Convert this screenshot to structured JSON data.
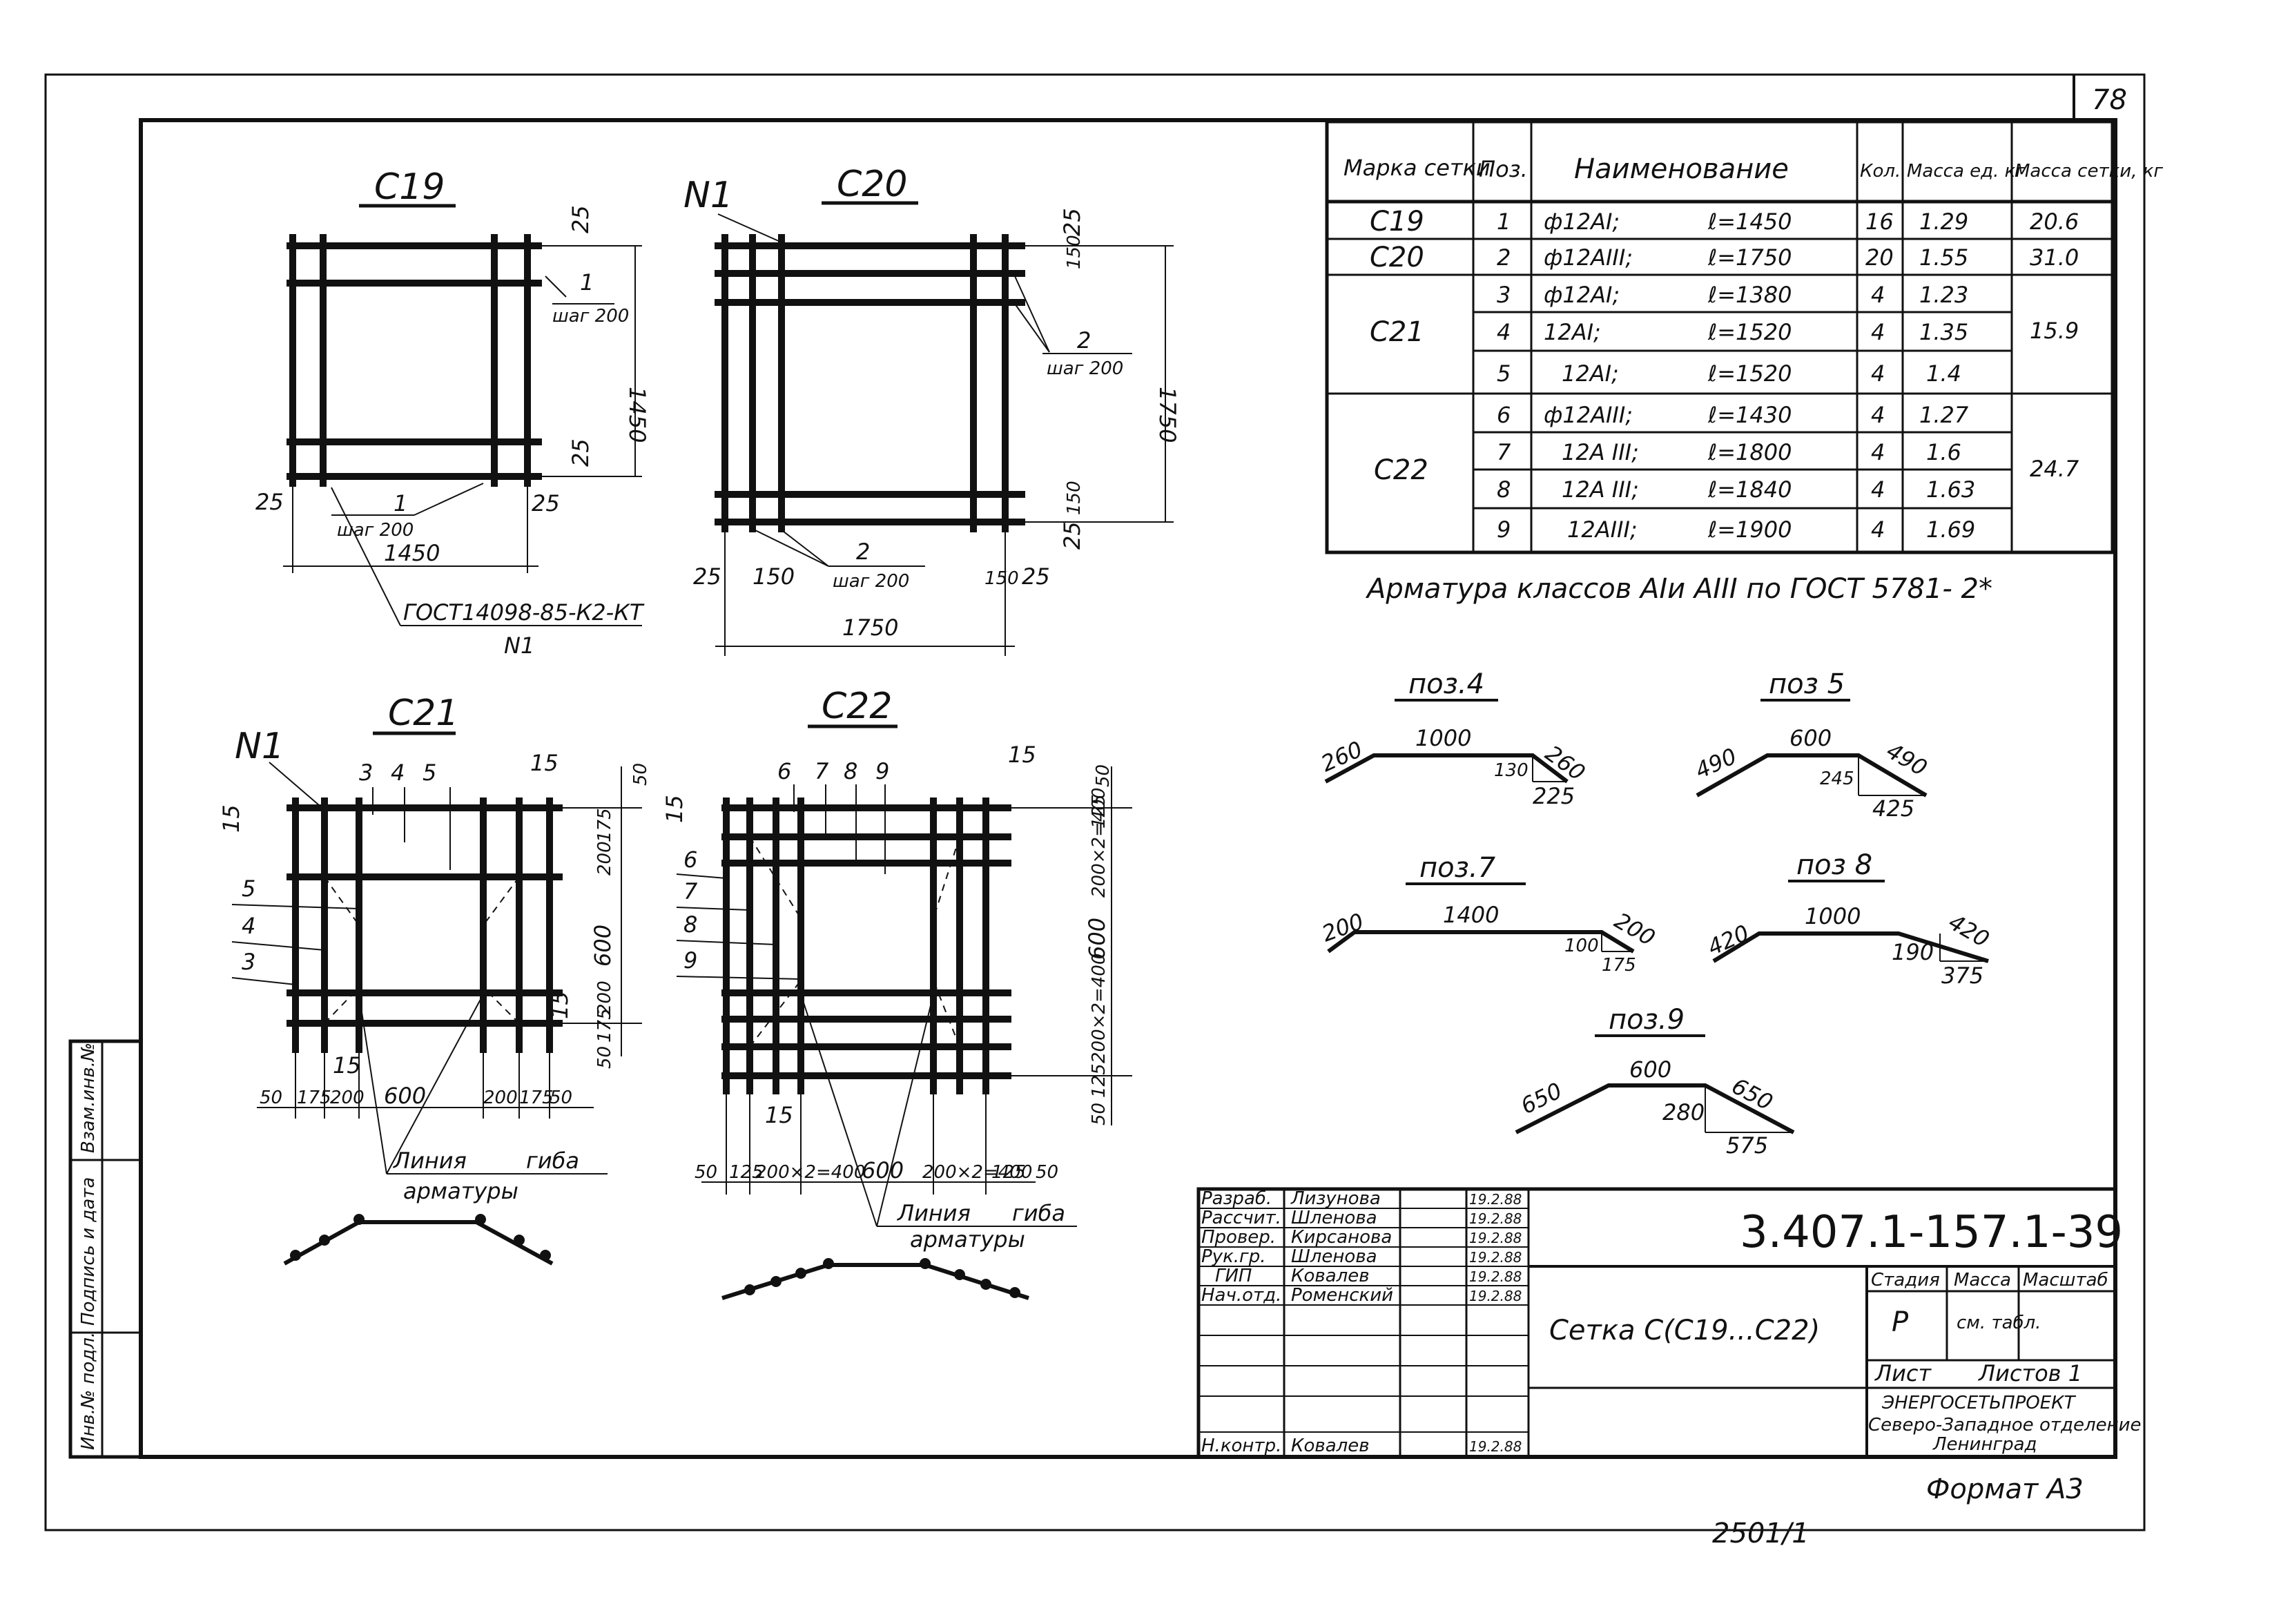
{
  "sheet": {
    "number": "78",
    "format": "Формат А3",
    "inventory": "2501/1",
    "side_stamp": [
      "Инв.№ подл.",
      "Подпись и дата",
      "Взам.инв.№"
    ]
  },
  "drawings": {
    "c19": {
      "title": "С19",
      "labels": [
        "25",
        "1",
        "шаг 200",
        "1450",
        "25",
        "25",
        "1",
        "шаг 200",
        "25",
        "1450"
      ],
      "leader": "ГОСТ14098-85-К2-КТ",
      "leader_sub": "N1"
    },
    "c20": {
      "title": "С20",
      "mark": "N1",
      "labels": [
        "25",
        "150",
        "2",
        "шаг 200",
        "1750",
        "150",
        "25",
        "25",
        "150",
        "2",
        "шаг 200",
        "150",
        "25",
        "1750"
      ]
    },
    "c21": {
      "title": "С21",
      "mark": "N1",
      "positions": [
        "3",
        "4",
        "5",
        "5",
        "4",
        "3"
      ],
      "labels": [
        "15",
        "15",
        "50",
        "175",
        "200",
        "600",
        "200",
        "175",
        "50",
        "15",
        "15",
        "50",
        "175",
        "200",
        "600",
        "200",
        "175",
        "50"
      ],
      "bend_line": [
        "Линия",
        "гиба",
        "арматуры"
      ]
    },
    "c22": {
      "title": "С22",
      "positions": [
        "6",
        "7",
        "8",
        "9",
        "6",
        "7",
        "8",
        "9"
      ],
      "labels": [
        "15",
        "15",
        "50",
        "125",
        "200×2=400",
        "600",
        "200×2=400",
        "125",
        "50",
        "15",
        "50",
        "125",
        "200×2=400",
        "600",
        "200×2=400",
        "125",
        "50"
      ],
      "bend_line": [
        "Линия",
        "гиба",
        "арматуры"
      ]
    },
    "bends": [
      {
        "title": "поз.4",
        "a": "260",
        "mid": "1000",
        "b": "260",
        "h": "130",
        "w": "225"
      },
      {
        "title": "поз 5",
        "a": "490",
        "mid": "600",
        "b": "490",
        "h": "245",
        "w": "425"
      },
      {
        "title": "поз.7",
        "a": "200",
        "mid": "1400",
        "b": "200",
        "h": "100",
        "w": "175"
      },
      {
        "title": "поз 8",
        "a": "420",
        "mid": "1000",
        "b": "420",
        "h": "190",
        "w": "375"
      },
      {
        "title": "поз.9",
        "a": "650",
        "mid": "600",
        "b": "650",
        "h": "280",
        "w": "575"
      }
    ]
  },
  "spec_table": {
    "headers": [
      "Марка сетки",
      "Поз.",
      "Наименование",
      "Кол.",
      "Масса ед. кг",
      "Масса сетки, кг"
    ],
    "rows": [
      {
        "mark": "С19",
        "pos": "1",
        "name": "ф12АI;",
        "len": "ℓ=1450",
        "qty": "16",
        "unit": "1.29",
        "total": "20.6"
      },
      {
        "mark": "С20",
        "pos": "2",
        "name": "ф12АIII;",
        "len": "ℓ=1750",
        "qty": "20",
        "unit": "1.55",
        "total": "31.0"
      },
      {
        "mark": "С21",
        "pos": "3",
        "name": "ф12АI;",
        "len": "ℓ=1380",
        "qty": "4",
        "unit": "1.23",
        "total": "15.9"
      },
      {
        "mark": "",
        "pos": "4",
        "name": "12АI;",
        "len": "ℓ=1520",
        "qty": "4",
        "unit": "1.35",
        "total": ""
      },
      {
        "mark": "",
        "pos": "5",
        "name": "12АI;",
        "len": "ℓ=1520",
        "qty": "4",
        "unit": "1.4",
        "total": ""
      },
      {
        "mark": "С22",
        "pos": "6",
        "name": "ф12АIII;",
        "len": "ℓ=1430",
        "qty": "4",
        "unit": "1.27",
        "total": "24.7"
      },
      {
        "mark": "",
        "pos": "7",
        "name": "12А III;",
        "len": "ℓ=1800",
        "qty": "4",
        "unit": "1.6",
        "total": ""
      },
      {
        "mark": "",
        "pos": "8",
        "name": "12А III;",
        "len": "ℓ=1840",
        "qty": "4",
        "unit": "1.63",
        "total": ""
      },
      {
        "mark": "",
        "pos": "9",
        "name": "12АIII;",
        "len": "ℓ=1900",
        "qty": "4",
        "unit": "1.69",
        "total": ""
      }
    ],
    "note": "Арматура классов АIи АIII по ГОСТ 5781-  2*"
  },
  "title_block": {
    "code": "3.407.1-157.1-39",
    "name": "Сетка С(С19...С22)",
    "stage_label": "Стадия",
    "mass_label": "Масса",
    "scale_label": "Масштаб",
    "stage": "Р",
    "mass": "см. табл.",
    "sheet_label": "Лист",
    "sheets_label": "Листов 1",
    "org_lines": [
      "ЭНЕРГОСЕТЬПРОЕКТ",
      "Северо-Западное отделение",
      "Ленинград"
    ],
    "people": [
      {
        "role": "Разраб.",
        "name": "Лизунова",
        "date": "19.2.88"
      },
      {
        "role": "Рассчит.",
        "name": "Шленова",
        "date": "19.2.88"
      },
      {
        "role": "Провер.",
        "name": "Кирсанова",
        "date": "19.2.88"
      },
      {
        "role": "Рук.гр.",
        "name": "Шленова",
        "date": "19.2.88"
      },
      {
        "role": "ГИП",
        "name": "Ковалев",
        "date": "19.2.88"
      },
      {
        "role": "Нач.отд.",
        "name": "Роменский",
        "date": "19.2.88"
      },
      {
        "role": "Н.контр.",
        "name": "Ковалев",
        "date": "19.2.88"
      }
    ]
  }
}
